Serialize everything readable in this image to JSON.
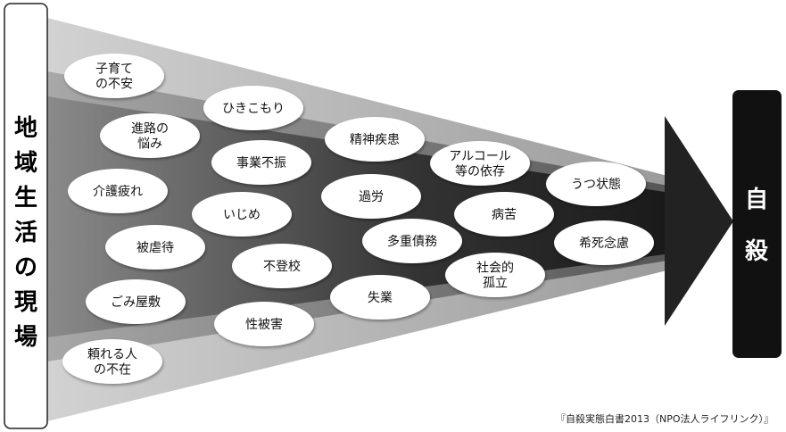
{
  "left_box": {
    "chars": [
      "地",
      "域",
      "生",
      "活",
      "の",
      "現",
      "場"
    ]
  },
  "right_box": {
    "chars": [
      "自",
      "殺"
    ]
  },
  "factors": [
    {
      "lines": [
        "子育て",
        "の不安"
      ]
    },
    {
      "lines": [
        "ひきこもり"
      ]
    },
    {
      "lines": [
        "進路の",
        "悩み"
      ]
    },
    {
      "lines": [
        "事業不振"
      ]
    },
    {
      "lines": [
        "精神疾患"
      ]
    },
    {
      "lines": [
        "アルコール",
        "等の依存"
      ]
    },
    {
      "lines": [
        "うつ状態"
      ]
    },
    {
      "lines": [
        "介護疲れ"
      ]
    },
    {
      "lines": [
        "いじめ"
      ]
    },
    {
      "lines": [
        "過労"
      ]
    },
    {
      "lines": [
        "病苦"
      ]
    },
    {
      "lines": [
        "被虐待"
      ]
    },
    {
      "lines": [
        "多重債務"
      ]
    },
    {
      "lines": [
        "希死念慮"
      ]
    },
    {
      "lines": [
        "不登校"
      ]
    },
    {
      "lines": [
        "社会的",
        "孤立"
      ]
    },
    {
      "lines": [
        "ごみ屋敷"
      ]
    },
    {
      "lines": [
        "失業"
      ]
    },
    {
      "lines": [
        "性被害"
      ]
    },
    {
      "lines": [
        "頼れる人",
        "の不在"
      ]
    }
  ],
  "source": "『自殺実態白書2013（NPO法人ライフリンク）』"
}
